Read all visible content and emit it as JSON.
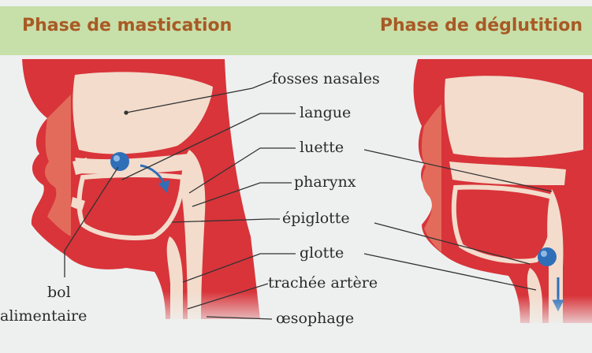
{
  "titles": {
    "left": "Phase de mastication",
    "right": "Phase de déglutition"
  },
  "labels": {
    "fosses_nasales": "fosses nasales",
    "langue": "langue",
    "luette": "luette",
    "pharynx": "pharynx",
    "epiglotte": "épiglotte",
    "glotte": "glotte",
    "trachee": "trachée artère",
    "oesophage": "œsophage",
    "bol_line1": "bol",
    "bol_line2": "alimentaire"
  },
  "colors": {
    "title_band": "#c7dfa8",
    "title_text": "#a85a25",
    "tissue_red": "#d8343a",
    "tissue_light": "#f3dccc",
    "bolus": "#2f6fb8"
  }
}
